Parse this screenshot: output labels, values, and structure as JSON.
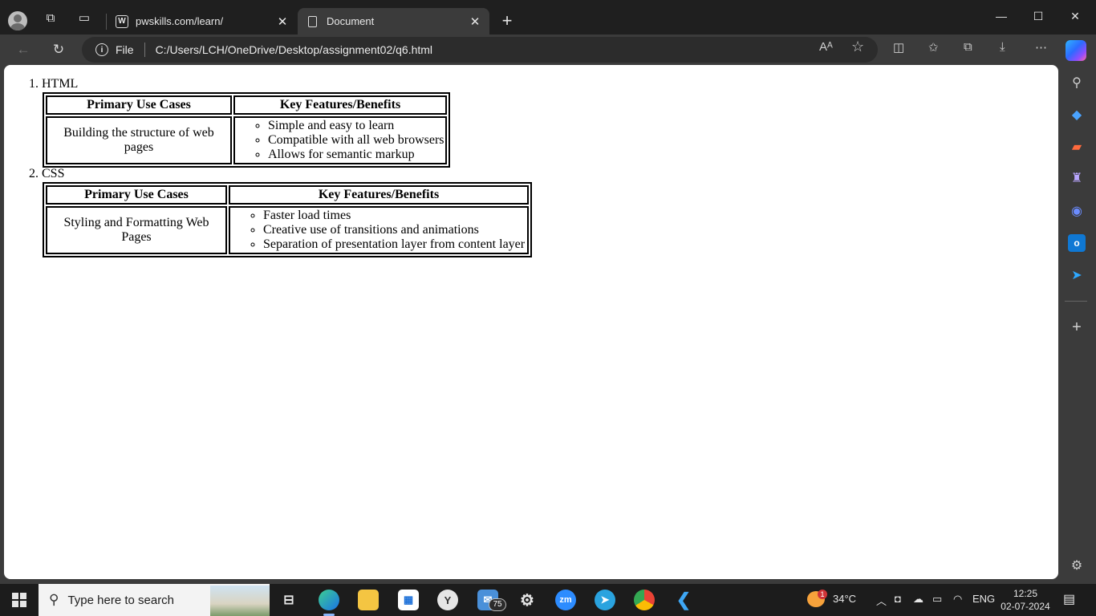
{
  "browser": {
    "tabs": [
      {
        "title": "pwskills.com/learn/",
        "favicon": "pwskills-favicon",
        "close": "✕"
      },
      {
        "title": "Document",
        "favicon": "document-icon",
        "close": "✕"
      }
    ],
    "new_tab": "+",
    "window_controls": {
      "minimize": "—",
      "maximize": "☐",
      "close": "✕"
    },
    "address": {
      "scheme_label": "File",
      "url": "C:/Users/LCH/OneDrive/Desktop/assignment02/q6.html",
      "read_aloud": "Aᴬ"
    }
  },
  "page": {
    "items": [
      {
        "number": "1. HTML",
        "headers": [
          "Primary Use Cases",
          "Key Features/Benefits"
        ],
        "use_case": "Building the structure of web pages",
        "features": [
          "Simple and easy to learn",
          "Compatible with all web browsers",
          "Allows for semantic markup"
        ]
      },
      {
        "number": "2. CSS",
        "headers": [
          "Primary Use Cases",
          "Key Features/Benefits"
        ],
        "use_case": "Styling and Formatting Web Pages",
        "features": [
          "Faster load times",
          "Creative use of transitions and animations",
          "Separation of presentation layer from content layer"
        ]
      }
    ]
  },
  "taskbar": {
    "search_placeholder": "Type here to search",
    "mail_badge": "75",
    "zoom_label": "zm",
    "weather": {
      "temp": "34°C",
      "alert_count": "1"
    },
    "language": "ENG",
    "time": "12:25",
    "date": "02-07-2024"
  },
  "colors": {
    "titlebar": "#1f1f1f",
    "toolbar": "#3b3b3b",
    "page": "#ffffff",
    "taskbar": "#1c1c1c"
  }
}
